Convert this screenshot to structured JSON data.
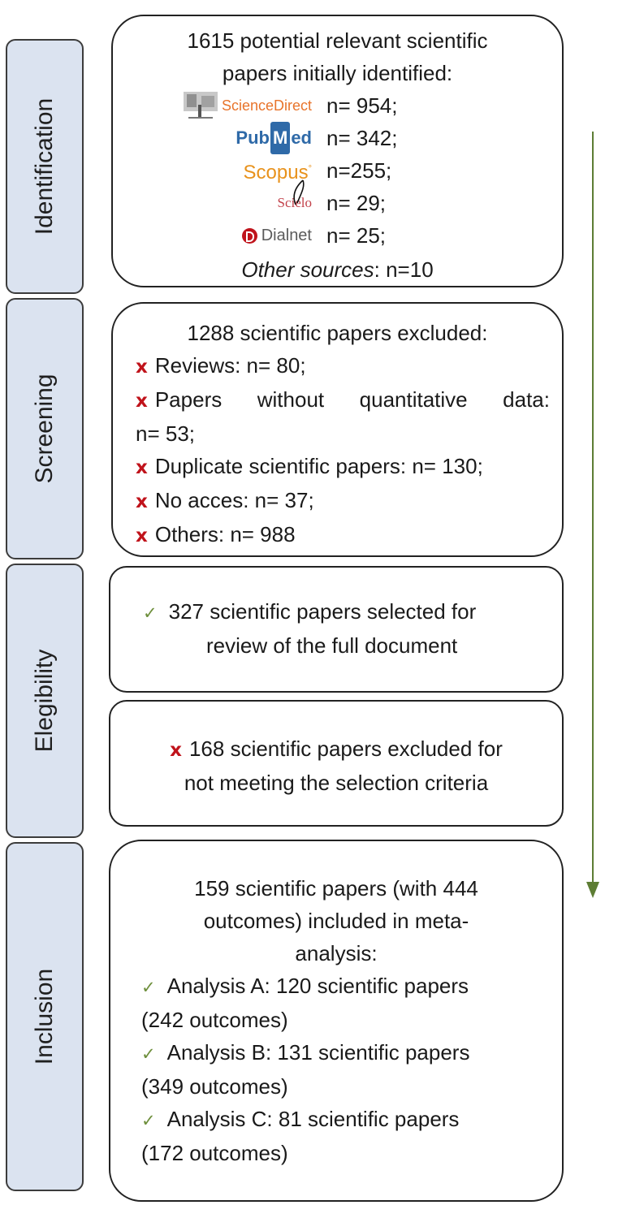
{
  "stages": {
    "identification": "Identification",
    "screening": "Screening",
    "eligibility": "Elegibility",
    "inclusion": "Inclusion"
  },
  "identification": {
    "title_line1": "1615 potential relevant scientific",
    "title_line2": "papers initially identified:",
    "sources": [
      {
        "logo": "ScienceDirect",
        "count": "n= 954;"
      },
      {
        "logo_left": "Pub",
        "logo_box": "M",
        "logo_right": "ed",
        "count": "n= 342;"
      },
      {
        "logo": "Scopus",
        "count": "n=255;"
      },
      {
        "logo": "Scielo",
        "count": "n= 29;"
      },
      {
        "logo": "Dialnet",
        "count": "n= 25;"
      }
    ],
    "other_label": "Other sources",
    "other_count": ": n=10"
  },
  "screening": {
    "title": "1288 scientific papers excluded:",
    "items": [
      {
        "mark": "x",
        "text": "Reviews: n= 80;"
      },
      {
        "mark": "x",
        "text": "Papers without quantitative data:",
        "cont": "n= 53;"
      },
      {
        "mark": "x",
        "text": "Duplicate scientific papers: n= 130;"
      },
      {
        "mark": "x",
        "text": "No acces: n= 37;"
      },
      {
        "mark": "x",
        "text": "Others: n= 988"
      }
    ]
  },
  "eligibility": {
    "selected_line1": "327 scientific papers selected for",
    "selected_line2": "review of the full document",
    "excluded_line1": "168 scientific papers excluded for",
    "excluded_line2": "not meeting the selection criteria"
  },
  "inclusion": {
    "line1": "159 scientific papers (with 444",
    "line2": "outcomes) included in meta-",
    "line3": "analysis:",
    "analyses": [
      {
        "line1": "Analysis A: 120 scientific papers",
        "line2": "(242 outcomes)"
      },
      {
        "line1": "Analysis B: 131 scientific papers",
        "line2": "(349 outcomes)"
      },
      {
        "line1": "Analysis C: 81 scientific papers",
        "line2": "(172 outcomes)"
      }
    ]
  },
  "colors": {
    "stage_fill": "#dbe3f0",
    "cross": "#c0131b",
    "check": "#6e8f3c",
    "arrow": "#5d7d34"
  }
}
